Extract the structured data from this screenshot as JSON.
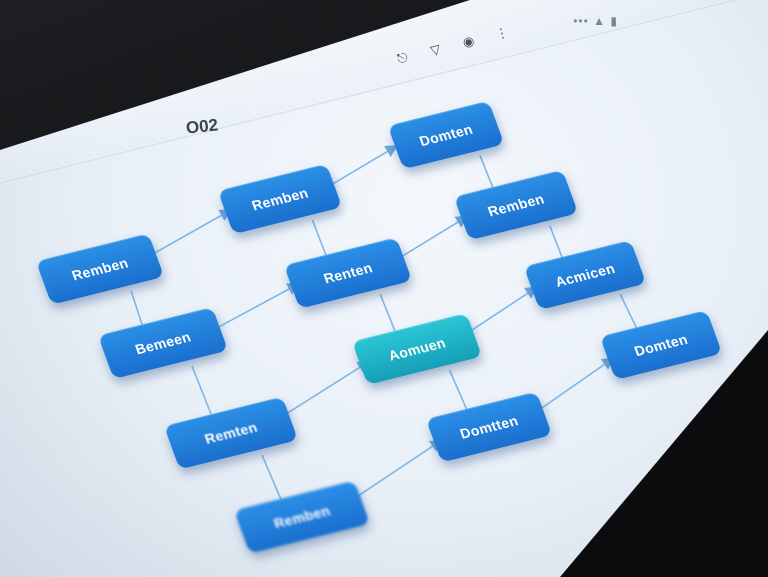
{
  "status_bar": {
    "text": "•••  ▲  ▮"
  },
  "toolbar": {
    "icons": [
      {
        "name": "share-icon",
        "glyph": "⎋"
      },
      {
        "name": "bookmark-icon",
        "glyph": "▽"
      },
      {
        "name": "settings-icon",
        "glyph": "◉"
      },
      {
        "name": "more-icon",
        "glyph": "⋮"
      }
    ]
  },
  "page": {
    "title": "O02"
  },
  "colors": {
    "node_blue": "#1f7fd9",
    "node_teal": "#1fb4c8",
    "edge": "#7fb6e6",
    "screen_bg": "#eef3f9"
  },
  "diagram": {
    "nodes": [
      {
        "id": "n1",
        "label": "Remben"
      },
      {
        "id": "n2",
        "label": "Remben"
      },
      {
        "id": "n3",
        "label": "Domten"
      },
      {
        "id": "n4",
        "label": "Bemeen"
      },
      {
        "id": "n5",
        "label": "Renten"
      },
      {
        "id": "n6",
        "label": "Remben"
      },
      {
        "id": "n7",
        "label": "Aomuen"
      },
      {
        "id": "n8",
        "label": "Acmicen"
      },
      {
        "id": "n9",
        "label": "Remten"
      },
      {
        "id": "n10",
        "label": "Domtten"
      },
      {
        "id": "n11",
        "label": "Domten"
      },
      {
        "id": "n12",
        "label": "Remben"
      }
    ],
    "edges": [
      {
        "from": "n1",
        "to": "n2",
        "arrow": true
      },
      {
        "from": "n2",
        "to": "n3",
        "arrow": true
      },
      {
        "from": "n1",
        "to": "n4",
        "arrow": false
      },
      {
        "from": "n2",
        "to": "n5",
        "arrow": false
      },
      {
        "from": "n3",
        "to": "n6",
        "arrow": false
      },
      {
        "from": "n4",
        "to": "n5",
        "arrow": true
      },
      {
        "from": "n5",
        "to": "n6",
        "arrow": true
      },
      {
        "from": "n5",
        "to": "n7",
        "arrow": false
      },
      {
        "from": "n6",
        "to": "n8",
        "arrow": false
      },
      {
        "from": "n7",
        "to": "n8",
        "arrow": true
      },
      {
        "from": "n4",
        "to": "n9",
        "arrow": false
      },
      {
        "from": "n9",
        "to": "n7",
        "arrow": true
      },
      {
        "from": "n7",
        "to": "n10",
        "arrow": false
      },
      {
        "from": "n8",
        "to": "n11",
        "arrow": false
      },
      {
        "from": "n10",
        "to": "n11",
        "arrow": true
      },
      {
        "from": "n9",
        "to": "n12",
        "arrow": false
      },
      {
        "from": "n12",
        "to": "n10",
        "arrow": true
      }
    ]
  }
}
